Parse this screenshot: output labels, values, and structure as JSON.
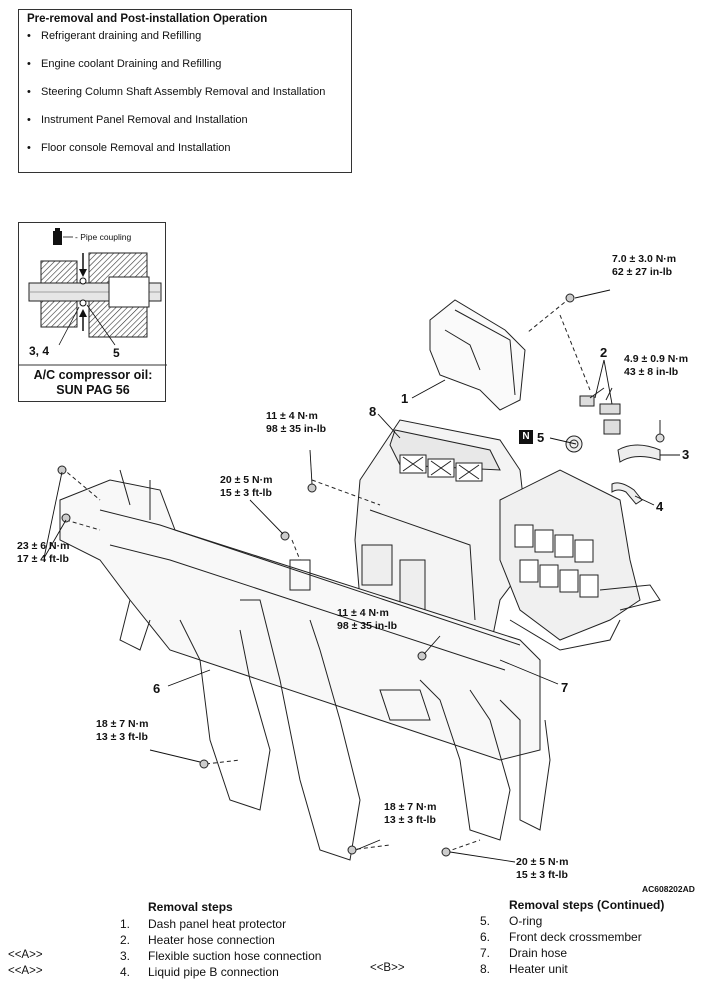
{
  "operation": {
    "title": "Pre-removal and Post-installation Operation",
    "bullet": "•",
    "items": [
      "Refrigerant draining and Refilling",
      "Engine coolant Draining and Refilling",
      "Steering Column Shaft Assembly Removal and Installation",
      "Instrument Panel Removal and Installation",
      "Floor console Removal and Installation"
    ]
  },
  "inset": {
    "pipe_coupling": "- Pipe coupling",
    "label_left": "3, 4",
    "label_right": "5",
    "oil_line1": "A/C compressor oil:",
    "oil_line2": "SUN PAG 56"
  },
  "torques": {
    "t1": [
      "7.0 ± 3.0 N·m",
      "62 ± 27 in-lb"
    ],
    "t2": [
      "4.9 ± 0.9 N·m",
      "43 ± 8 in-lb"
    ],
    "t3": [
      "11 ± 4 N·m",
      "98 ± 35 in-lb"
    ],
    "t4": [
      "20 ± 5 N·m",
      "15 ± 3 ft-lb"
    ],
    "t5": [
      "23 ± 6 N·m",
      "17 ± 4 ft-lb"
    ],
    "t6": [
      "11 ± 4 N·m",
      "98 ± 35 in-lb"
    ],
    "t7": [
      "18 ± 7 N·m",
      "13 ± 3 ft-lb"
    ],
    "t8": [
      "18 ± 7 N·m",
      "13 ± 3 ft-lb"
    ],
    "t9": [
      "20 ± 5 N·m",
      "15 ± 3 ft-lb"
    ]
  },
  "callouts": [
    "1",
    "2",
    "3",
    "4",
    "5",
    "6",
    "7",
    "8"
  ],
  "badge_n": "N",
  "figure_code": "AC608202AD",
  "removal_steps": {
    "title": "Removal steps",
    "title_cont": "Removal steps (Continued)",
    "left": [
      {
        "num": "1.",
        "text": "Dash panel heat protector",
        "mark": ""
      },
      {
        "num": "2.",
        "text": "Heater hose connection",
        "mark": ""
      },
      {
        "num": "3.",
        "text": "Flexible suction hose connection",
        "mark": "<<A>>"
      },
      {
        "num": "4.",
        "text": "Liquid pipe B connection",
        "mark": "<<A>>"
      }
    ],
    "right": [
      {
        "num": "5.",
        "text": "O-ring",
        "mark": "<<B>>"
      },
      {
        "num": "6.",
        "text": "Front deck crossmember",
        "mark": ""
      },
      {
        "num": "7.",
        "text": "Drain hose",
        "mark": ""
      },
      {
        "num": "8.",
        "text": "Heater unit",
        "mark": ""
      }
    ]
  }
}
